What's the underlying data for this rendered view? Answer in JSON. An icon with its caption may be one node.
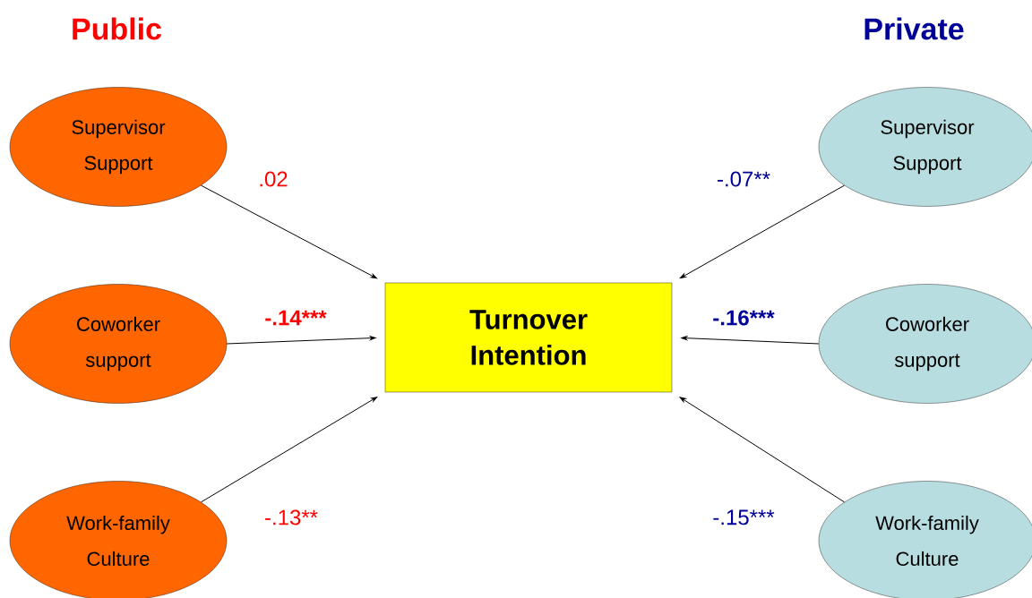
{
  "diagram": {
    "nodes": [
      {
        "text": [
          "Supervisor Support"
        ]
      },
      {
        "text": [
          "Coworker support"
        ]
      },
      {
        "text": [
          "Work-family Culture"
        ]
      },
      {
        "text": [
          "Turnover Intention"
        ]
      },
      {
        "text": [
          "Supervisor Support"
        ]
      },
      {
        "text": [
          "Coworker support"
        ]
      },
      {
        "text": [
          "Work-family Culture"
        ]
      }
    ],
    "edges": [
      {
        "from": 0,
        "to": 3,
        "arrow": "to",
        "label": ".02"
      },
      {
        "from": 1,
        "to": 3,
        "arrow": "to",
        "label": "-.14***"
      },
      {
        "from": 2,
        "to": 3,
        "arrow": "to",
        "label": "-.13**"
      },
      {
        "from": 4,
        "to": 3,
        "arrow": "to",
        "label": "-.07**"
      },
      {
        "from": 5,
        "to": 3,
        "arrow": "to",
        "label": "-.16***"
      },
      {
        "from": 6,
        "to": 3,
        "arrow": "to",
        "label": "-.15***"
      }
    ],
    "labels": [
      "Public",
      "Private"
    ]
  }
}
